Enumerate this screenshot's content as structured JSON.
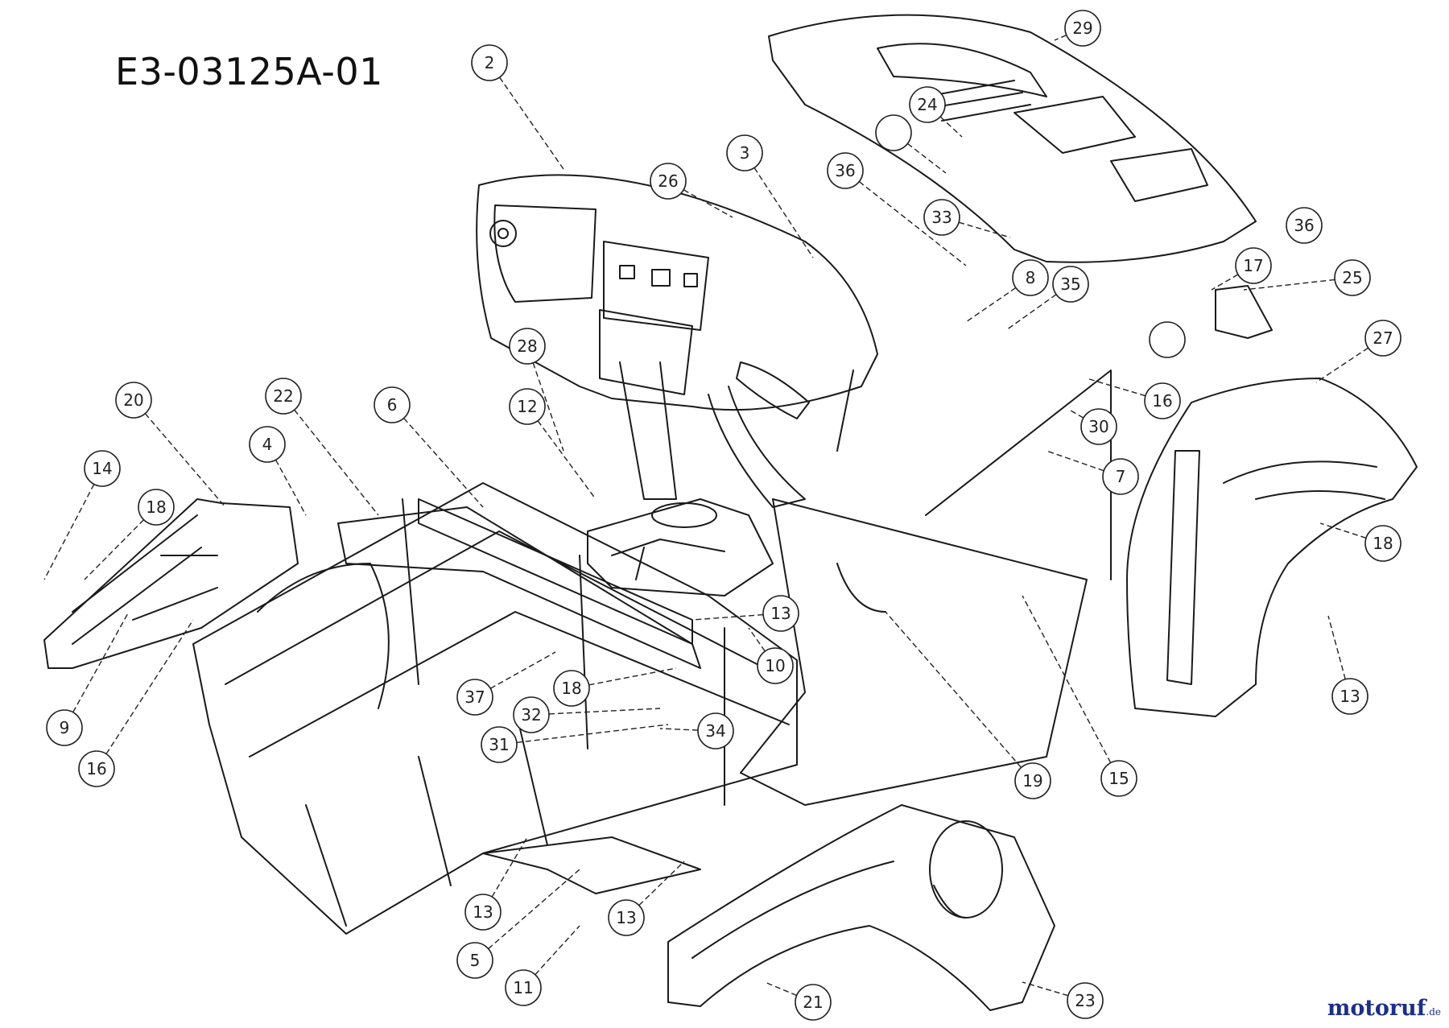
{
  "diagram_code": "E3-03125A-01",
  "watermark": {
    "brand": "motoruf",
    "tld": ".de"
  },
  "callouts": [
    {
      "label": "2"
    },
    {
      "label": "29"
    },
    {
      "label": ""
    },
    {
      "label": "24"
    },
    {
      "label": "33"
    },
    {
      "label": "36"
    },
    {
      "label": "26"
    },
    {
      "label": "3"
    },
    {
      "label": "36"
    },
    {
      "label": "8"
    },
    {
      "label": "35"
    },
    {
      "label": "17"
    },
    {
      "label": "25"
    },
    {
      "label": ""
    },
    {
      "label": "27"
    },
    {
      "label": "16"
    },
    {
      "label": "30"
    },
    {
      "label": "7"
    },
    {
      "label": "28"
    },
    {
      "label": "12"
    },
    {
      "label": "6"
    },
    {
      "label": "22"
    },
    {
      "label": "20"
    },
    {
      "label": "4"
    },
    {
      "label": "14"
    },
    {
      "label": "18"
    },
    {
      "label": "18"
    },
    {
      "label": "13"
    },
    {
      "label": "10"
    },
    {
      "label": "13"
    },
    {
      "label": "37"
    },
    {
      "label": "18"
    },
    {
      "label": "32"
    },
    {
      "label": "34"
    },
    {
      "label": "31"
    },
    {
      "label": "9"
    },
    {
      "label": "16"
    },
    {
      "label": "19"
    },
    {
      "label": "15"
    },
    {
      "label": "13"
    },
    {
      "label": "13"
    },
    {
      "label": "5"
    },
    {
      "label": "11"
    },
    {
      "label": "21"
    },
    {
      "label": "23"
    }
  ]
}
